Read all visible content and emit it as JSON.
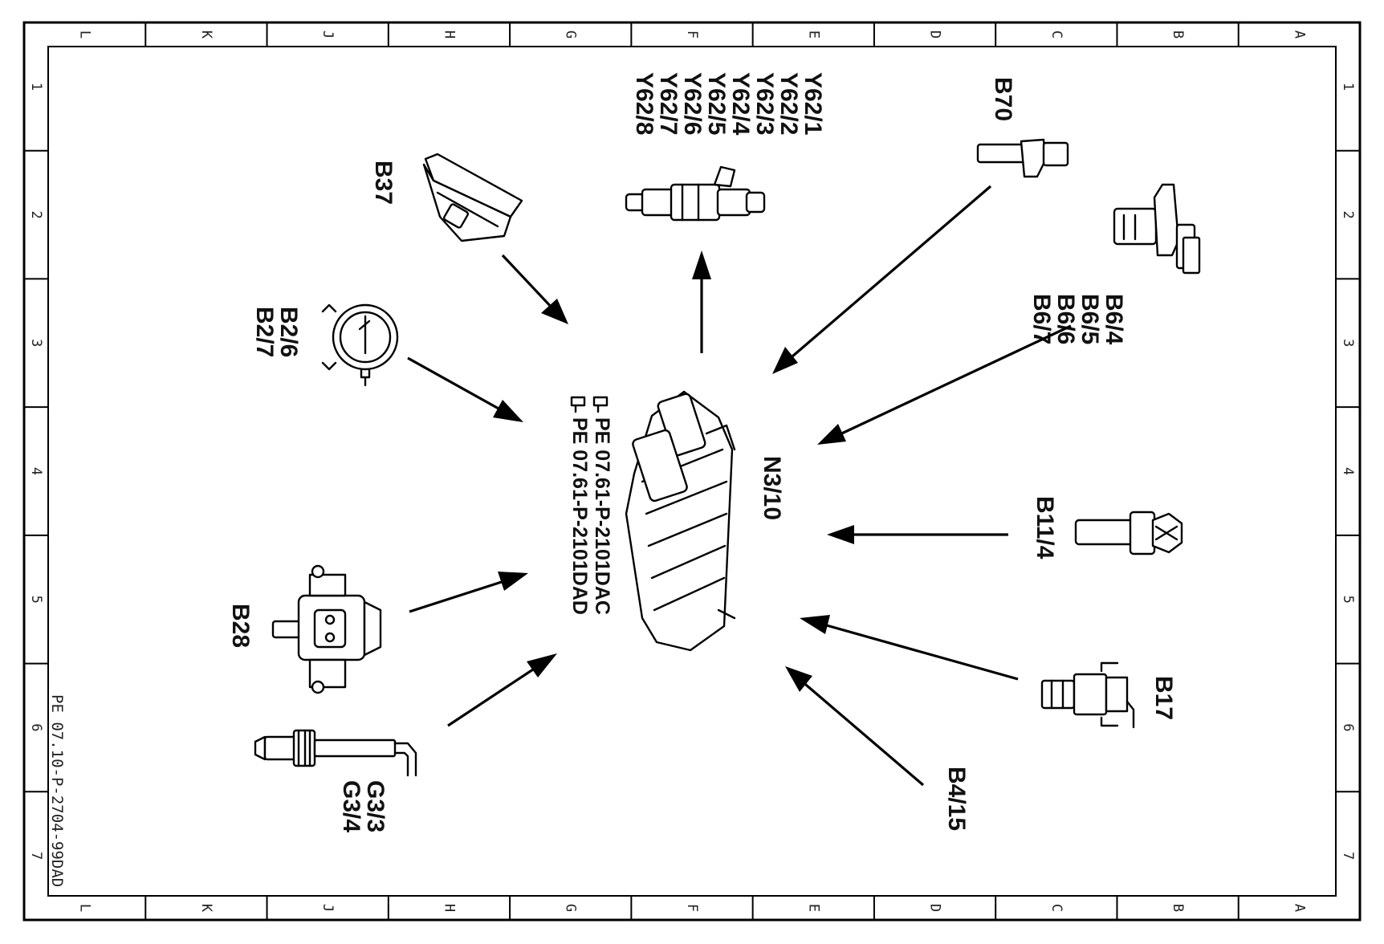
{
  "frame": {
    "columns": [
      "L",
      "K",
      "J",
      "H",
      "G",
      "F",
      "E",
      "D",
      "C",
      "B",
      "A"
    ],
    "rows": [
      "1",
      "2",
      "3",
      "4",
      "5",
      "6",
      "7"
    ]
  },
  "drawing_ref": "PE 07.10-P-2704-99DAD",
  "control_unit": {
    "label": "N3/10",
    "refs": [
      "PE 07.61-P-2101DAC",
      "PE 07.61-P-2101DAD"
    ]
  },
  "components": {
    "injectors": [
      "Y62/1",
      "Y62/2",
      "Y62/3",
      "Y62/4",
      "Y62/5",
      "Y62/6",
      "Y62/7",
      "Y62/8"
    ],
    "b70": "B70",
    "b37": "B37",
    "b6": [
      "B6/4",
      "B6/5",
      "B6/6",
      "B6/7"
    ],
    "b2": [
      "B2/6",
      "B2/7"
    ],
    "b11": "B11/4",
    "b28": "B28",
    "b17": "B17",
    "g3": [
      "G3/3",
      "G3/4"
    ],
    "b4": "B4/15"
  },
  "arrows": [
    {
      "from": "B37",
      "to": "N3/10"
    },
    {
      "from": "N3/10",
      "to": "Y62"
    },
    {
      "from": "B70",
      "to": "N3/10"
    },
    {
      "from": "B6",
      "to": "N3/10"
    },
    {
      "from": "B2",
      "to": "N3/10"
    },
    {
      "from": "B11/4",
      "to": "N3/10"
    },
    {
      "from": "B28",
      "to": "N3/10"
    },
    {
      "from": "B17",
      "to": "N3/10"
    },
    {
      "from": "G3",
      "to": "N3/10"
    },
    {
      "from": "B4/15",
      "to": "N3/10"
    }
  ]
}
